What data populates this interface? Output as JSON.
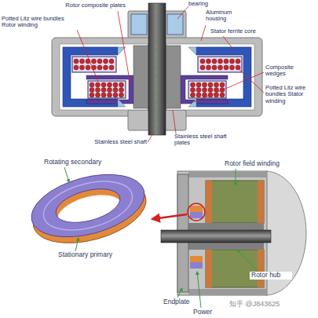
{
  "diagram": {
    "labels": [
      "Rotor composite plates",
      "bearing",
      "Aluminum housing",
      "Potted Litz wire bundles Rotor winding",
      "Stator ferrite core",
      "Composite wedges",
      "Potted Litz wire bundles Stator winding",
      "Stainless steel shaft",
      "Stainless steel shaft plates",
      "Rotating secondary",
      "Stationary primary",
      "Rotor field winding",
      "Rotor hub",
      "Endplate",
      "Power",
      "知乎 @J843625"
    ]
  }
}
